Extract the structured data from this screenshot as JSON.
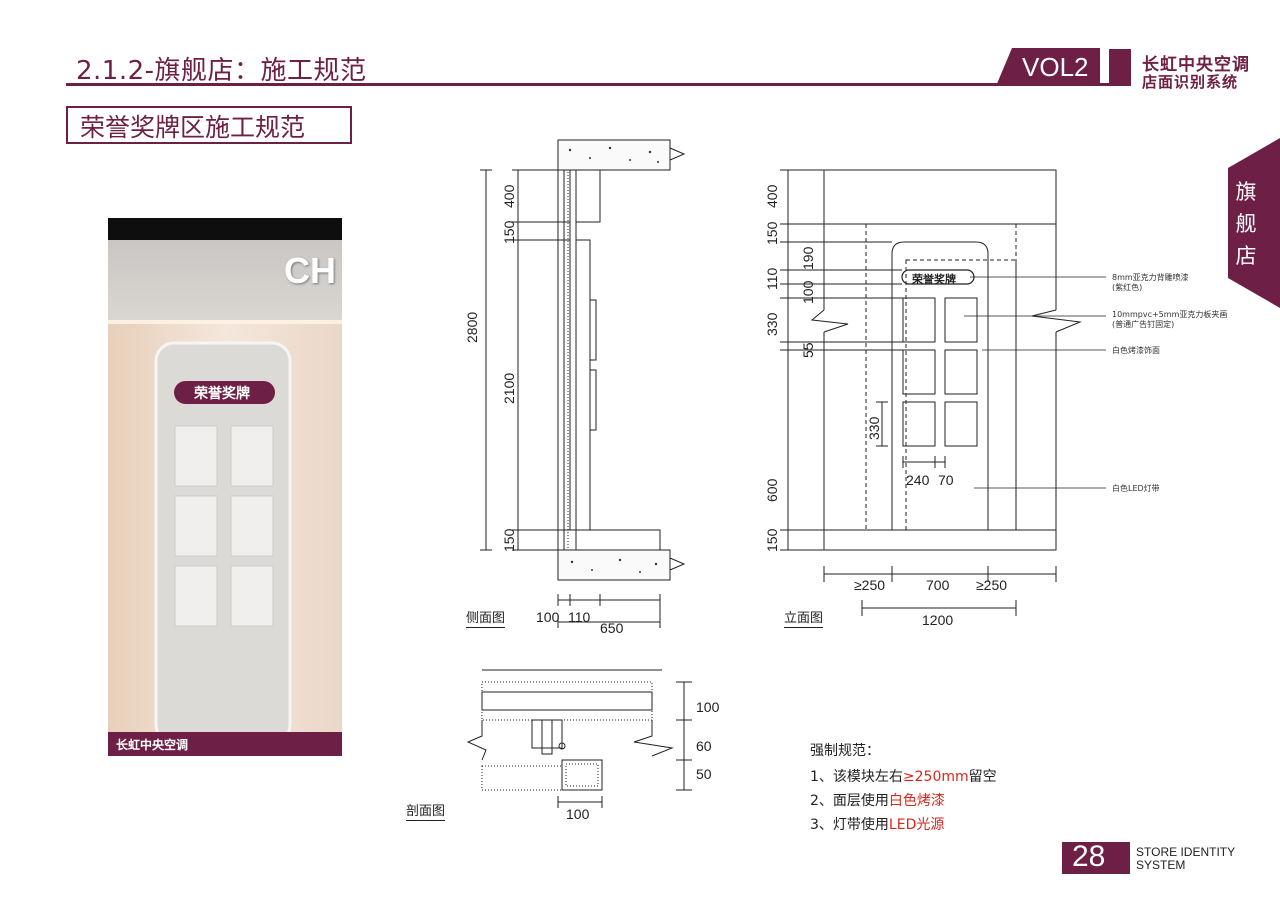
{
  "header": {
    "title": "2.1.2-旗舰店：施工规范",
    "vol": "VOL2",
    "brand_line1": "长虹中央空调",
    "brand_line2": "店面识别系统"
  },
  "section_title": "荣誉奖牌区施工规范",
  "side_tab": [
    "旗",
    "舰",
    "店"
  ],
  "render": {
    "logo_text": "CH",
    "plaque_label": "荣誉奖牌",
    "footer_brand": "长虹中央空调"
  },
  "side_view": {
    "label": "侧面图",
    "dims_vertical": [
      "400",
      "150",
      "2100",
      "150"
    ],
    "total_height": "2800",
    "dims_bottom": [
      "100",
      "110"
    ],
    "depth": "650"
  },
  "front_view": {
    "label": "立面图",
    "plaque_label": "荣誉奖牌",
    "dims_left": [
      "400",
      "150",
      "190",
      "110",
      "100",
      "330",
      "55",
      "600",
      "150"
    ],
    "inner_height": "330",
    "inner_widths": [
      "240",
      "70"
    ],
    "margins": [
      "≥250",
      "700",
      "≥250"
    ],
    "total_width": "1200",
    "notes": [
      {
        "line1": "8mm亚克力背雕喷漆",
        "line2": "(紫红色)"
      },
      {
        "line1": "10mmpvc+5mm亚克力板夹画",
        "line2": "(普通广告钉固定)"
      },
      {
        "line1": "白色烤漆饰面",
        "line2": ""
      },
      {
        "line1": "白色LED灯带",
        "line2": ""
      }
    ]
  },
  "section_view": {
    "label": "剖面图",
    "dims_right": [
      "100",
      "60",
      "50"
    ],
    "dim_bottom": "100"
  },
  "requirements": {
    "title": "强制规范：",
    "items": [
      {
        "prefix": "1、该模块左右",
        "highlight": "≥250mm",
        "suffix": "留空"
      },
      {
        "prefix": "2、面层使用",
        "highlight": "白色烤漆",
        "suffix": ""
      },
      {
        "prefix": "3、灯带使用",
        "highlight": "LED光源",
        "suffix": ""
      }
    ]
  },
  "footer": {
    "page_number": "28",
    "store_line1": "STORE IDENTITY",
    "store_line2": "SYSTEM"
  },
  "colors": {
    "brand": "#6e1f45",
    "highlight": "#d9261c"
  }
}
